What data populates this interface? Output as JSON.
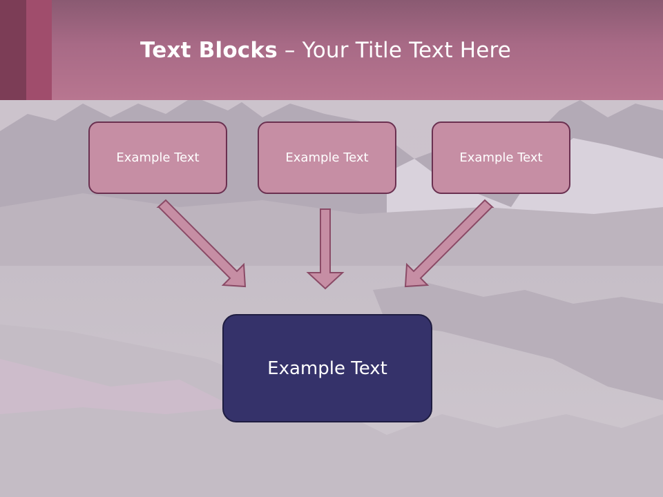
{
  "slide": {
    "title_bold": "Text Blocks",
    "title_dash": " – ",
    "title_rest": "Your Title Text Here",
    "boxes": [
      {
        "label": "Example Text"
      },
      {
        "label": "Example Text"
      },
      {
        "label": "Example Text"
      }
    ],
    "main_box": {
      "label": "Example Text"
    }
  },
  "colors": {
    "header": "#b87690",
    "small_box_fill": "#c68ea4",
    "small_box_border": "#6a3050",
    "main_box_fill": "#35326a",
    "arrow_fill": "#c68ea4"
  }
}
